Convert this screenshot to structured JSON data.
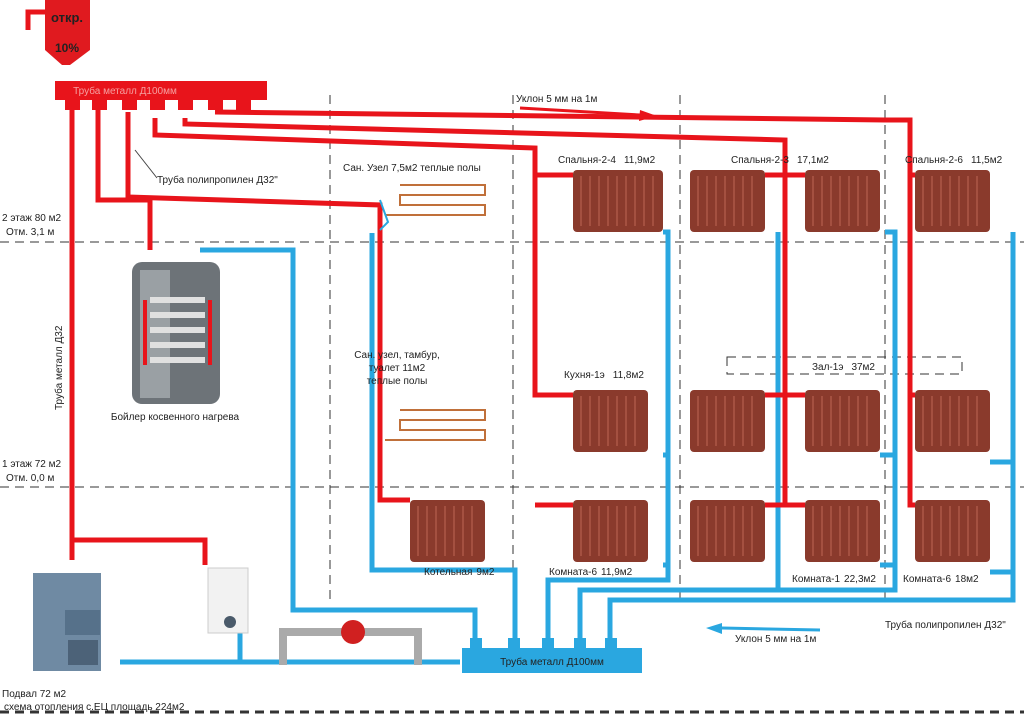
{
  "colors": {
    "supply": "#e8141b",
    "return": "#2aa7e0",
    "radiator": "#8a3a2c",
    "floor_heating": "#c0703a"
  },
  "tank": {
    "label_top": "откр.",
    "label_percent": "10%"
  },
  "supply_header": {
    "label": "Труба металл Д100мм"
  },
  "return_header": {
    "label": "Труба металл Д100мм"
  },
  "supply_pipe_note": "Труба полипропилен Д32\"",
  "return_pipe_note": "Труба полипропилен Д32\"",
  "riser_label": "Труба металл Д32",
  "slope_top": "Уклон 5 мм на 1м",
  "slope_bottom": "Уклон 5 мм на 1м",
  "floors": {
    "second": {
      "name": "2 этаж 80 м2",
      "level": "Отм. 3,1 м"
    },
    "first": {
      "name": "1 этаж 72 м2",
      "level": "Отм. 0,0 м"
    },
    "basement": {
      "name": "Подвал 72 м2",
      "total": "схема отопления с.ЕЦ площадь 224м2"
    }
  },
  "boiler_tank": {
    "label": "Бойлер косвенного нагрева"
  },
  "floor_heating": [
    {
      "lines": [
        "Сан. Узел 7,5м2 теплые полы"
      ]
    },
    {
      "lines": [
        "Сан. узел, тамбур,",
        "туалет 11м2",
        "теплые полы"
      ]
    }
  ],
  "rooms": [
    {
      "name": "Спальня-2-4",
      "area": "11,9м2"
    },
    {
      "name": "Спальня-2-3",
      "area": "17,1м2"
    },
    {
      "name": "Спальня-2-6",
      "area": "11,5м2"
    },
    {
      "name": "Кухня-1э",
      "area": "11,8м2"
    },
    {
      "name": "Зал-1э",
      "area": "37м2"
    },
    {
      "name": "Котельная",
      "area": "9м2"
    },
    {
      "name": "Комната-6",
      "area": "11,9м2"
    },
    {
      "name": "Комната-1",
      "area": "22,3м2"
    },
    {
      "name": "Комната-6",
      "area": "18м2"
    }
  ]
}
